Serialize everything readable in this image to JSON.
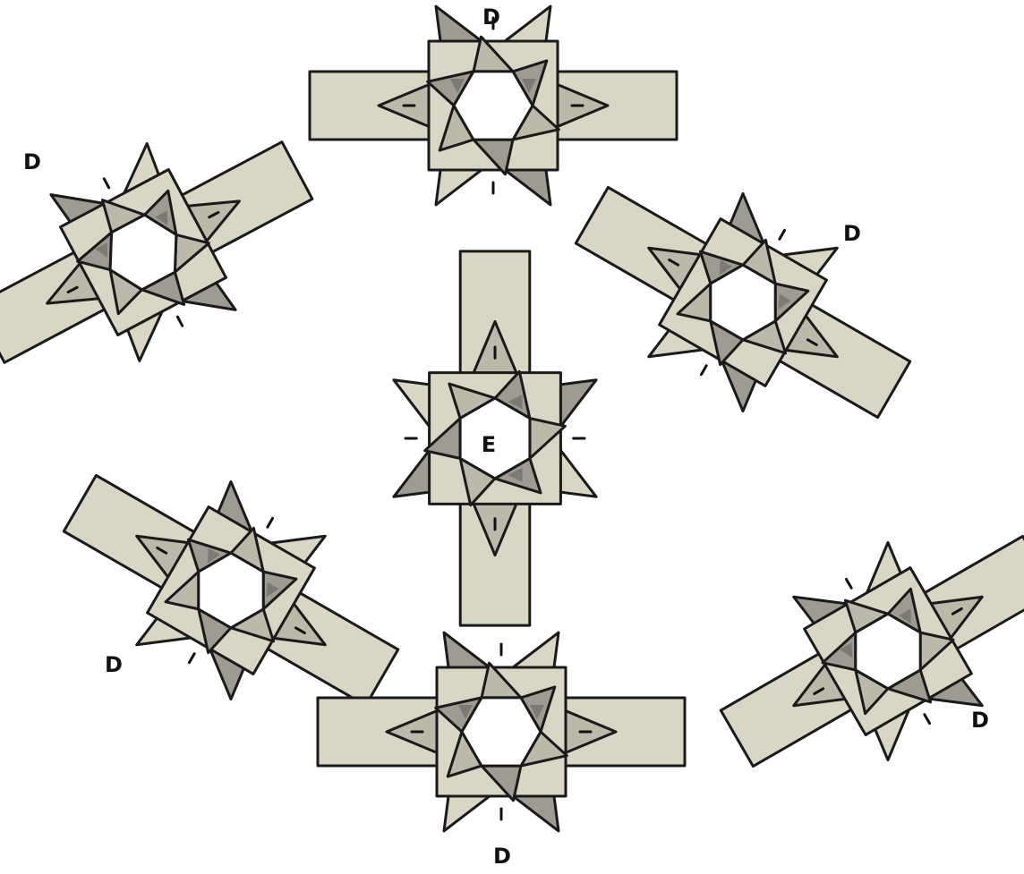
{
  "figure": {
    "units": [
      {
        "label": "D"
      },
      {
        "label": "D"
      },
      {
        "label": "D"
      },
      {
        "label": "E"
      },
      {
        "label": "D"
      },
      {
        "label": "D"
      },
      {
        "label": "D"
      }
    ]
  },
  "colors": {
    "panel_light": "#d9d6c6",
    "panel_mid": "#bdb9aa",
    "panel_dark": "#9e9b90",
    "panel_shadow": "#7c7a72",
    "edge": "#1a1a1a",
    "background": "#ffffff"
  }
}
